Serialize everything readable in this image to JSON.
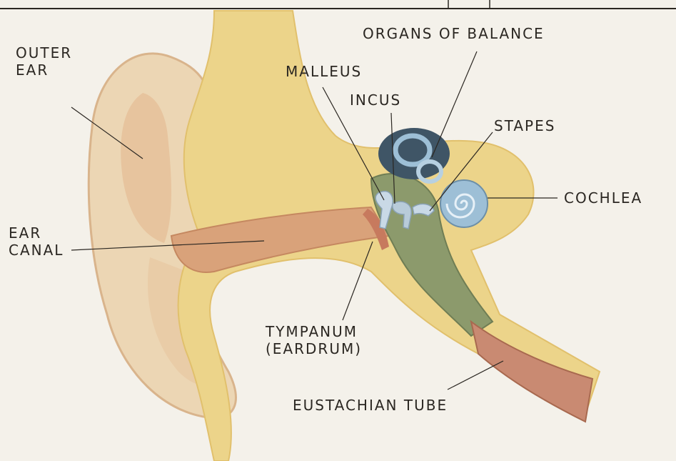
{
  "labels": {
    "outer_ear": [
      "OUTER",
      "EAR"
    ],
    "ear_canal": [
      "EAR",
      "CANAL"
    ],
    "malleus": "MALLEUS",
    "incus": "INCUS",
    "organs_of_balance": "ORGANS OF BALANCE",
    "stapes": "STAPES",
    "cochlea": "COCHLEA",
    "tympanum": [
      "TYMPANUM",
      "(EARDRUM)"
    ],
    "eustachian_tube": "EUSTACHIAN TUBE"
  },
  "colors": {
    "paper": "#f4f1ea",
    "skin_outer": "#ecd6b4",
    "skin_shadow": "#e0b58e",
    "bone": "#ecd48a",
    "canal": "#d9a27a",
    "middle_ear": "#8c9a6c",
    "ossicles": "#c9d9e6",
    "inner_ear_dark": "#3f5566",
    "cochlea_blue": "#9dbfd6",
    "tube": "#c98a72",
    "ink": "#2b2722"
  }
}
